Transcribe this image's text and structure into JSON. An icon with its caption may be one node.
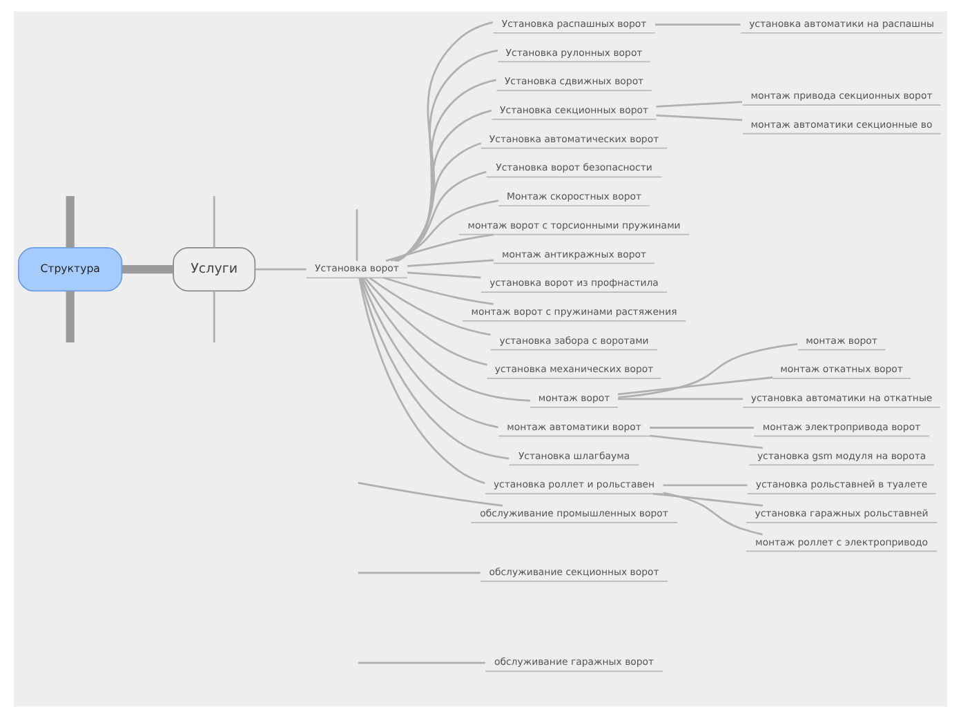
{
  "diagram": {
    "nodes": [
      {
        "text": [
          "Структура"
        ]
      },
      {
        "text": [
          "Услуги"
        ]
      },
      {
        "text": [
          "Установка ворот"
        ]
      },
      {
        "text": [
          "Установка распашных ворот"
        ]
      },
      {
        "text": [
          "установка автоматики на распашны"
        ]
      },
      {
        "text": [
          "Установка рулонных ворот"
        ]
      },
      {
        "text": [
          "Установка сдвижных ворот"
        ]
      },
      {
        "text": [
          "Установка секционных ворот"
        ]
      },
      {
        "text": [
          "монтаж привода секционных ворот"
        ]
      },
      {
        "text": [
          "монтаж автоматики секционные во"
        ]
      },
      {
        "text": [
          "Установка автоматических ворот"
        ]
      },
      {
        "text": [
          "Установка ворот безопасности"
        ]
      },
      {
        "text": [
          "Монтаж скоростных ворот"
        ]
      },
      {
        "text": [
          "монтаж ворот с торсионными пружинами"
        ]
      },
      {
        "text": [
          "монтаж антикражных ворот"
        ]
      },
      {
        "text": [
          "установка ворот из профнастила"
        ]
      },
      {
        "text": [
          "монтаж ворот с пружинами растяжения"
        ]
      },
      {
        "text": [
          "установка забора с воротами"
        ]
      },
      {
        "text": [
          "установка механических ворот"
        ]
      },
      {
        "text": [
          "монтаж ворот"
        ]
      },
      {
        "text": [
          "монтаж ворот"
        ]
      },
      {
        "text": [
          "монтаж откатных ворот"
        ]
      },
      {
        "text": [
          "установка автоматики на откатные"
        ]
      },
      {
        "text": [
          "монтаж автоматики ворот"
        ]
      },
      {
        "text": [
          "монтаж электропривода ворот"
        ]
      },
      {
        "text": [
          "установка gsm модуля на ворота"
        ]
      },
      {
        "text": [
          "Установка шлагбаума"
        ]
      },
      {
        "text": [
          "установка роллет и рольставен"
        ]
      },
      {
        "text": [
          "установка рольставней в туалете"
        ]
      },
      {
        "text": [
          "установка гаражных рольставней"
        ]
      },
      {
        "text": [
          "монтаж роллет с электроприводо"
        ]
      },
      {
        "text": [
          "обслуживание промышленных ворот"
        ]
      },
      {
        "text": [
          "обслуживание секционных ворот"
        ]
      },
      {
        "text": [
          "обслуживание гаражных ворот"
        ]
      }
    ],
    "edges": [
      {
        "from": null,
        "to": 0,
        "arrow": "none",
        "style": "thick",
        "color": "#9a9a9a"
      },
      {
        "from": 0,
        "to": 1,
        "arrow": "none",
        "style": "thick",
        "color": "#9a9a9a"
      },
      {
        "from": 0,
        "to": null,
        "arrow": "none",
        "style": "thick",
        "color": "#9a9a9a"
      },
      {
        "from": null,
        "to": 1,
        "arrow": "none"
      },
      {
        "from": 1,
        "to": 2,
        "arrow": "none"
      },
      {
        "from": 1,
        "to": null,
        "arrow": "none"
      },
      {
        "from": null,
        "to": 2,
        "arrow": "none"
      },
      {
        "from": 2,
        "to": 3,
        "arrow": "none"
      },
      {
        "from": 3,
        "to": 4,
        "arrow": "none"
      },
      {
        "from": 2,
        "to": 5,
        "arrow": "none"
      },
      {
        "from": 2,
        "to": 6,
        "arrow": "none"
      },
      {
        "from": 2,
        "to": 7,
        "arrow": "none"
      },
      {
        "from": 7,
        "to": 8,
        "arrow": "none"
      },
      {
        "from": 7,
        "to": 9,
        "arrow": "none"
      },
      {
        "from": 2,
        "to": 10,
        "arrow": "none"
      },
      {
        "from": 2,
        "to": 11,
        "arrow": "none"
      },
      {
        "from": 2,
        "to": 12,
        "arrow": "none"
      },
      {
        "from": 2,
        "to": 13,
        "arrow": "none"
      },
      {
        "from": 2,
        "to": 14,
        "arrow": "none"
      },
      {
        "from": 2,
        "to": 15,
        "arrow": "none"
      },
      {
        "from": 2,
        "to": 16,
        "arrow": "none"
      },
      {
        "from": 2,
        "to": 17,
        "arrow": "none"
      },
      {
        "from": 2,
        "to": 18,
        "arrow": "none"
      },
      {
        "from": 2,
        "to": 19,
        "arrow": "none"
      },
      {
        "from": 19,
        "to": 20,
        "arrow": "none"
      },
      {
        "from": 19,
        "to": 21,
        "arrow": "none"
      },
      {
        "from": 19,
        "to": 22,
        "arrow": "none"
      },
      {
        "from": 2,
        "to": 23,
        "arrow": "none"
      },
      {
        "from": 23,
        "to": 24,
        "arrow": "none"
      },
      {
        "from": 23,
        "to": 25,
        "arrow": "none"
      },
      {
        "from": 2,
        "to": 26,
        "arrow": "none"
      },
      {
        "from": 2,
        "to": 27,
        "arrow": "none"
      },
      {
        "from": 27,
        "to": 28,
        "arrow": "none"
      },
      {
        "from": 27,
        "to": 29,
        "arrow": "none"
      },
      {
        "from": 27,
        "to": 30,
        "arrow": "none"
      },
      {
        "from": null,
        "to": 31,
        "arrow": "none"
      },
      {
        "from": null,
        "to": 32,
        "arrow": "none"
      },
      {
        "from": null,
        "to": 33,
        "arrow": "none"
      }
    ]
  }
}
